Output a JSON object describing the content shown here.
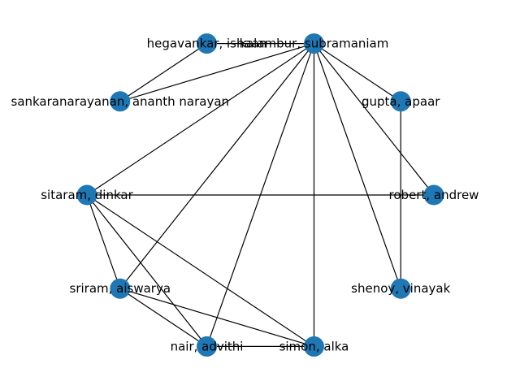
{
  "graph": {
    "node_color": "#1f77b4",
    "edge_color": "#000000",
    "layout": "circular",
    "nodes": [
      {
        "id": "sankaranarayanan",
        "label": "sankaranarayanan, ananth narayan"
      },
      {
        "id": "hegavankar",
        "label": "hegavankar, ishaan"
      },
      {
        "id": "kalambur",
        "label": "kalambur, subramaniam"
      },
      {
        "id": "gupta",
        "label": "gupta, apaar"
      },
      {
        "id": "robert",
        "label": "robert, andrew"
      },
      {
        "id": "shenoy",
        "label": "shenoy, vinayak"
      },
      {
        "id": "simon",
        "label": "simon, alka"
      },
      {
        "id": "nair",
        "label": "nair, advithi"
      },
      {
        "id": "sriram",
        "label": "sriram, aiswarya"
      },
      {
        "id": "sitaram",
        "label": "sitaram, dinkar"
      }
    ],
    "edges": [
      [
        "sankaranarayanan",
        "hegavankar"
      ],
      [
        "sankaranarayanan",
        "kalambur"
      ],
      [
        "hegavankar",
        "kalambur"
      ],
      [
        "sitaram",
        "kalambur"
      ],
      [
        "kalambur",
        "sriram"
      ],
      [
        "kalambur",
        "nair"
      ],
      [
        "kalambur",
        "simon"
      ],
      [
        "kalambur",
        "shenoy"
      ],
      [
        "kalambur",
        "robert"
      ],
      [
        "kalambur",
        "gupta"
      ],
      [
        "gupta",
        "shenoy"
      ],
      [
        "sitaram",
        "sriram"
      ],
      [
        "sitaram",
        "nair"
      ],
      [
        "sitaram",
        "simon"
      ],
      [
        "sitaram",
        "robert"
      ],
      [
        "sriram",
        "nair"
      ],
      [
        "sriram",
        "simon"
      ],
      [
        "nair",
        "simon"
      ]
    ]
  }
}
